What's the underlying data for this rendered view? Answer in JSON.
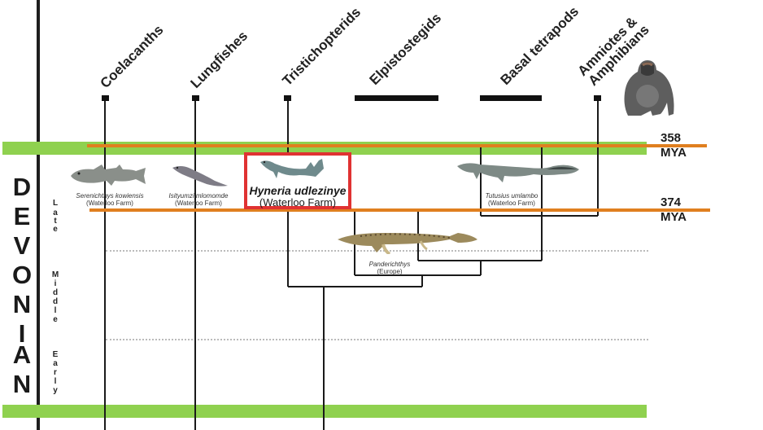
{
  "title": "Devonian phylogeny of lobe-finned fishes and tetrapods",
  "period": {
    "name": "DEVONIAN",
    "letters": [
      "D",
      "E",
      "V",
      "O",
      "N",
      "I",
      "A",
      "N"
    ],
    "epochs": [
      {
        "name": "Late",
        "letters": [
          "L",
          "a",
          "t",
          "e"
        ]
      },
      {
        "name": "Middle",
        "letters": [
          "M",
          "i",
          "d",
          "d",
          "l",
          "e"
        ]
      },
      {
        "name": "Early",
        "letters": [
          "E",
          "a",
          "r",
          "l",
          "y"
        ]
      }
    ]
  },
  "boundaries": [
    {
      "mya": "358",
      "unit": "MYA"
    },
    {
      "mya": "374",
      "unit": "MYA"
    }
  ],
  "clades": [
    {
      "id": "coelacanths",
      "label": "Coelacanths"
    },
    {
      "id": "lungfishes",
      "label": "Lungfishes"
    },
    {
      "id": "tristichopterids",
      "label": "Tristichopterids"
    },
    {
      "id": "elpistostegids",
      "label": "Elpistostegids"
    },
    {
      "id": "basal-tetrapods",
      "label": "Basal tetrapods"
    },
    {
      "id": "amniotes",
      "label": "Amniotes &",
      "label2": "Amphibians"
    }
  ],
  "specimens": [
    {
      "id": "serenichthys",
      "species": "Serenichthys kowiensis",
      "locality": "(Waterloo Farm)",
      "highlighted": false,
      "image": "coelacanth-fish-icon"
    },
    {
      "id": "isityumzi",
      "species": "Isityumzi mlomomde",
      "locality": "(Waterloo Farm)",
      "highlighted": false,
      "image": "lungfish-icon"
    },
    {
      "id": "hyneria",
      "species": "Hyneria udlezinye",
      "locality": "(Waterloo Farm)",
      "highlighted": true,
      "image": "tristichopterid-fish-icon"
    },
    {
      "id": "panderichthys",
      "species": "Panderichthys",
      "locality": "(Europe)",
      "highlighted": false,
      "image": "elpistostegid-icon"
    },
    {
      "id": "tutusius",
      "species": "Tutusius umlambo",
      "locality": "(Waterloo Farm)",
      "highlighted": false,
      "image": "tetrapod-icon"
    }
  ],
  "extant_representative": "gorilla-icon",
  "colors": {
    "boundary_band": "#8fd14f",
    "boundary_line": "#e07f1f",
    "highlight_box": "#e03232",
    "tree_line": "#1a1a1a",
    "dotted_line": "#bbbbbb"
  }
}
